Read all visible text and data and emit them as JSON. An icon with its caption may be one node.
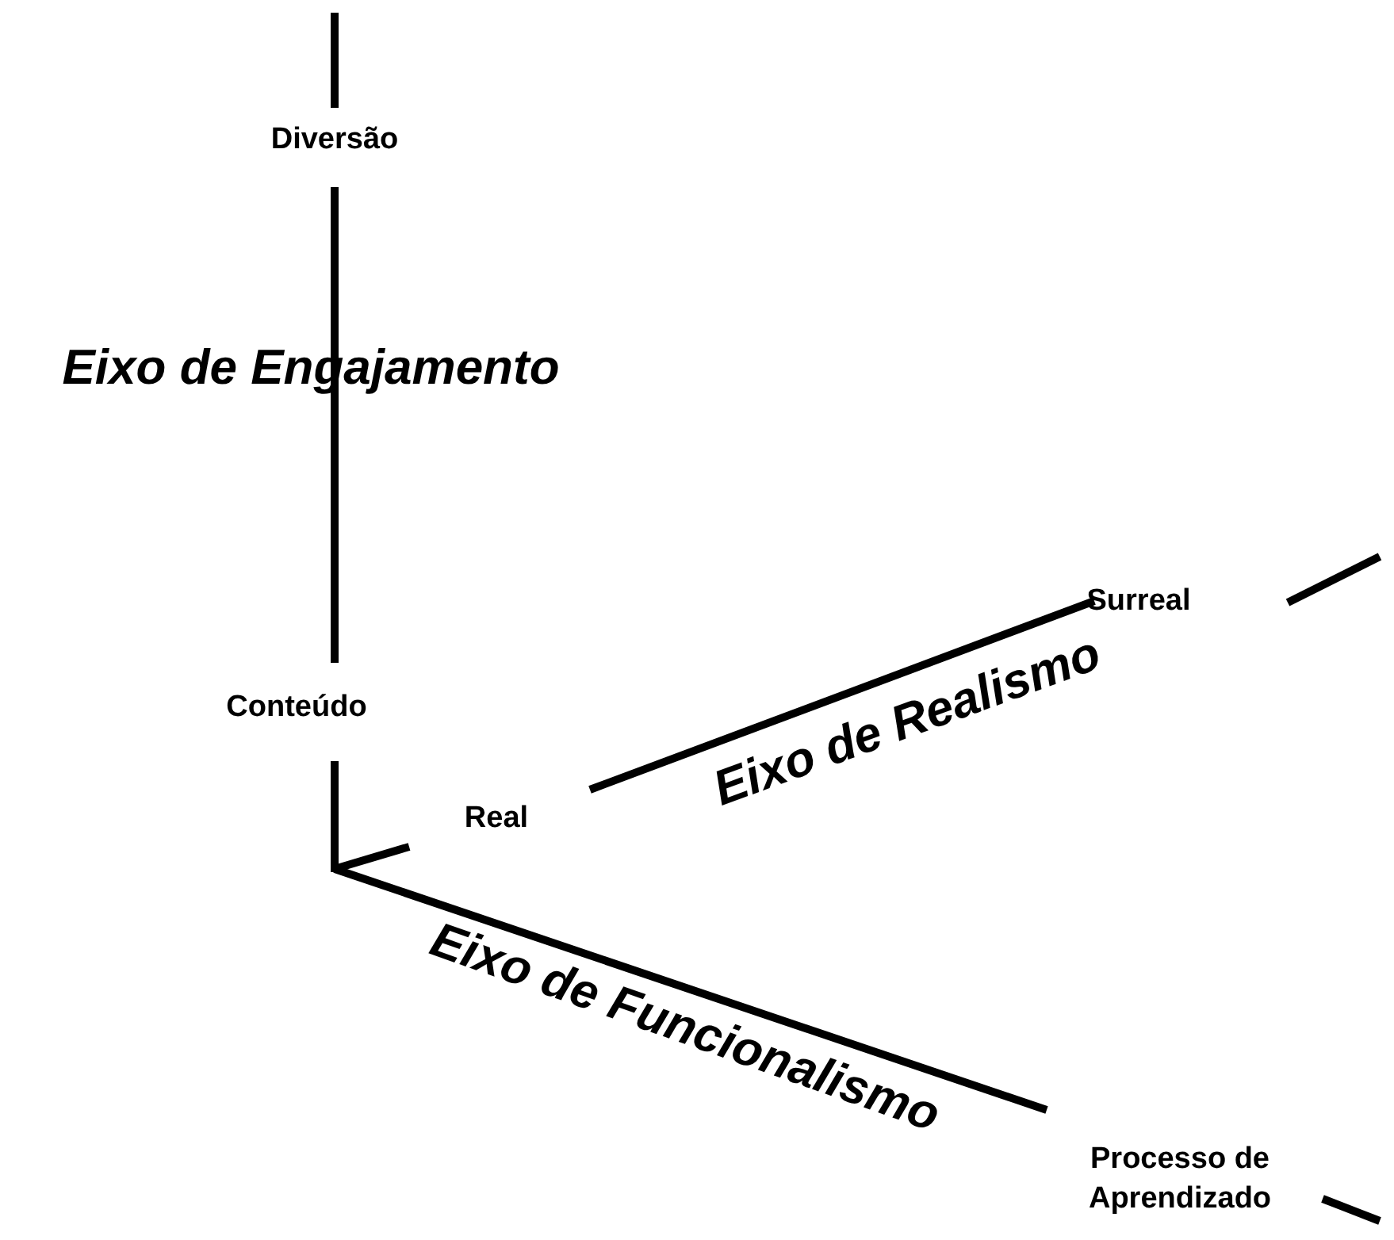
{
  "diagram": {
    "labels": [
      "Diversão",
      "Eixo de Engajamento",
      "Surreal",
      "Eixo de Realismo",
      "Conteúdo",
      "Real",
      "Eixo de Funcionalismo",
      "Processo de Aprendizado"
    ]
  }
}
